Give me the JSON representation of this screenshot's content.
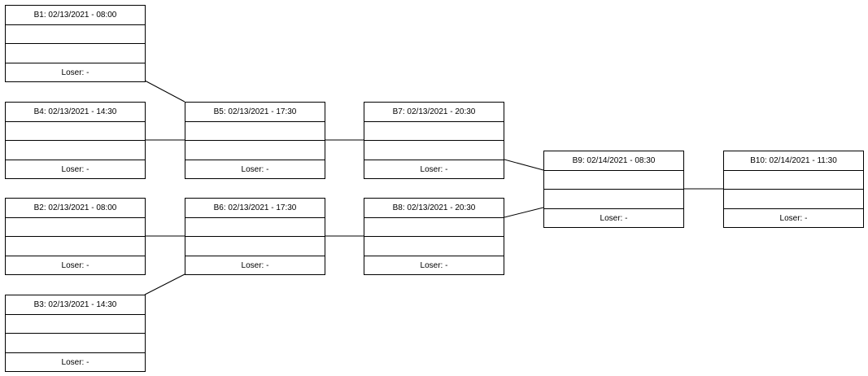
{
  "bracket": {
    "matches": [
      {
        "id": "b1",
        "header": "B1: 02/13/2021 - 08:00",
        "team1": "",
        "team2": "",
        "loser": "Loser: -"
      },
      {
        "id": "b4",
        "header": "B4: 02/13/2021 - 14:30",
        "team1": "",
        "team2": "",
        "loser": "Loser: -"
      },
      {
        "id": "b2",
        "header": "B2: 02/13/2021 - 08:00",
        "team1": "",
        "team2": "",
        "loser": "Loser: -"
      },
      {
        "id": "b3",
        "header": "B3: 02/13/2021 - 14:30",
        "team1": "",
        "team2": "",
        "loser": "Loser: -"
      },
      {
        "id": "b5",
        "header": "B5: 02/13/2021 - 17:30",
        "team1": "",
        "team2": "",
        "loser": "Loser: -"
      },
      {
        "id": "b6",
        "header": "B6: 02/13/2021 - 17:30",
        "team1": "",
        "team2": "",
        "loser": "Loser: -"
      },
      {
        "id": "b7",
        "header": "B7: 02/13/2021 - 20:30",
        "team1": "",
        "team2": "",
        "loser": "Loser: -"
      },
      {
        "id": "b8",
        "header": "B8: 02/13/2021 - 20:30",
        "team1": "",
        "team2": "",
        "loser": "Loser: -"
      },
      {
        "id": "b9",
        "header": "B9: 02/14/2021 - 08:30",
        "team1": "",
        "team2": "",
        "loser": "Loser: -"
      },
      {
        "id": "b10",
        "header": "B10: 02/14/2021 - 11:30",
        "team1": "",
        "team2": "",
        "loser": "Loser: -"
      }
    ]
  }
}
